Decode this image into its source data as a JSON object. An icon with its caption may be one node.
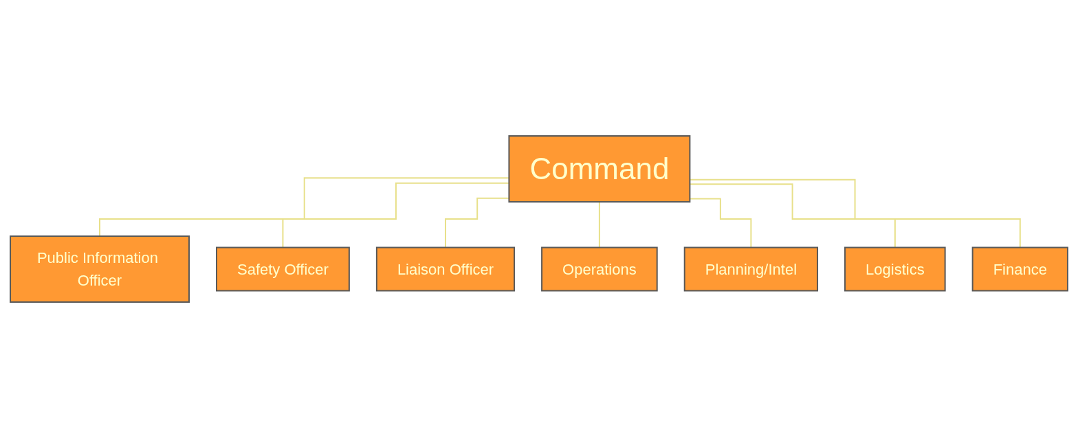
{
  "diagram": {
    "nodes": [
      {
        "text": [
          "Command"
        ]
      },
      {
        "text": [
          "Public Information Officer"
        ]
      },
      {
        "text": [
          "Safety Officer"
        ]
      },
      {
        "text": [
          "Liaison Officer"
        ]
      },
      {
        "text": [
          "Operations"
        ]
      },
      {
        "text": [
          "Planning/Intel"
        ]
      },
      {
        "text": [
          "Logistics"
        ]
      },
      {
        "text": [
          "Finance"
        ]
      }
    ],
    "edges": [
      {
        "from": 0,
        "to": 1,
        "arrow": "none"
      },
      {
        "from": 0,
        "to": 2,
        "arrow": "none"
      },
      {
        "from": 0,
        "to": 3,
        "arrow": "none"
      },
      {
        "from": 0,
        "to": 4,
        "arrow": "none"
      },
      {
        "from": 0,
        "to": 5,
        "arrow": "none"
      },
      {
        "from": 0,
        "to": 6,
        "arrow": "none"
      },
      {
        "from": 0,
        "to": 7,
        "arrow": "none"
      }
    ]
  }
}
